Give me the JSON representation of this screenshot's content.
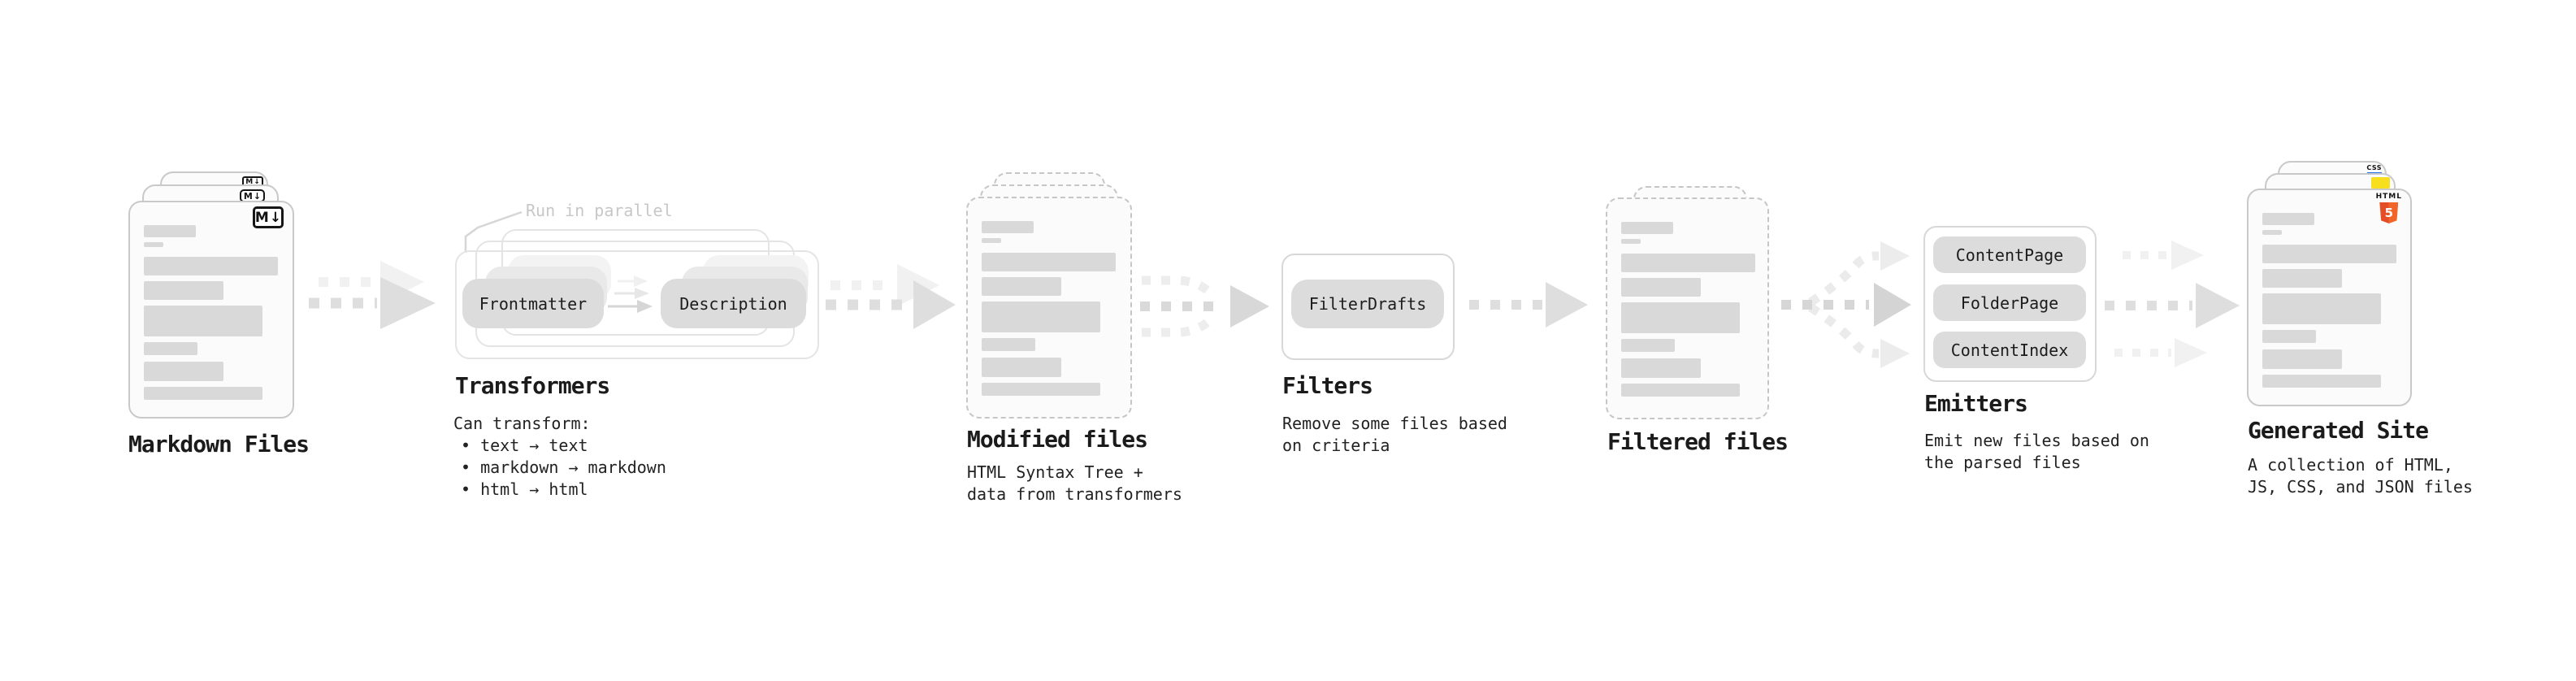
{
  "annotations": {
    "run_in_parallel": "Run in parallel"
  },
  "stages": {
    "markdown_files": {
      "label": "Markdown Files"
    },
    "transformers": {
      "label": "Transformers",
      "description": "Can transform:",
      "bullets": [
        "• text → text",
        "• markdown → markdown",
        "• html → html"
      ],
      "pills": {
        "input": "Frontmatter",
        "output": "Description"
      }
    },
    "modified_files": {
      "label": "Modified files",
      "description_lines": [
        "HTML Syntax Tree +",
        "data from transformers"
      ]
    },
    "filters": {
      "label": "Filters",
      "description_lines": [
        "Remove some files based",
        "on criteria"
      ],
      "pill": "FilterDrafts"
    },
    "filtered_files": {
      "label": "Filtered files"
    },
    "emitters": {
      "label": "Emitters",
      "description_lines": [
        "Emit new files based on",
        "the parsed files"
      ],
      "pills": [
        "ContentPage",
        "FolderPage",
        "ContentIndex"
      ]
    },
    "generated_site": {
      "label": "Generated Site",
      "description_lines": [
        "A collection of HTML,",
        "JS, CSS, and JSON files"
      ],
      "badges": {
        "html_word": "HTML",
        "html_number": "5",
        "css": "CSS"
      }
    }
  },
  "icons": {
    "markdown_m": "M",
    "markdown_arrow": "↓"
  },
  "colors": {
    "html5_orange": "#e44d26",
    "html5_orange_light": "#f16529",
    "js_yellow": "#f7df1e",
    "css_blue": "#1f6feb",
    "pill_bg": "#dcdcdc",
    "doc_bar": "#d9d9d9",
    "arrow_main": "#dfdfdf",
    "arrow_ghost": "#f1f1f1",
    "annotation_muted": "#c7c7c7"
  }
}
